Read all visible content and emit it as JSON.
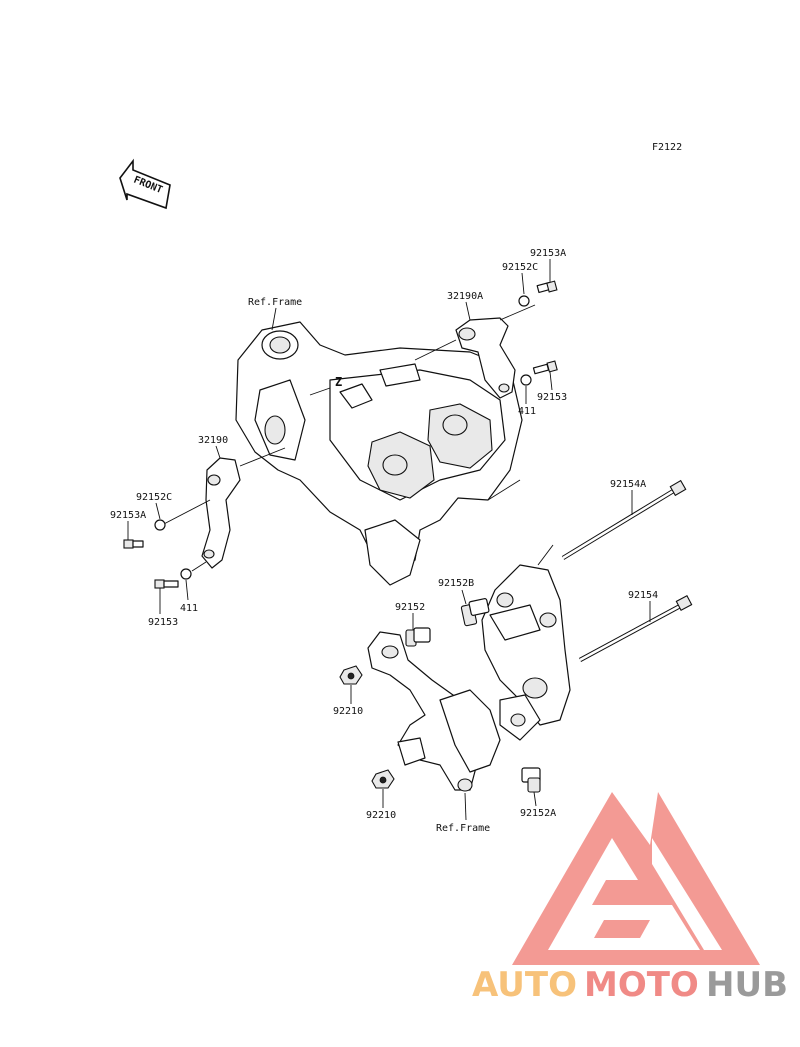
{
  "figure_code": "F2122",
  "front_arrow_label": "FRONT",
  "watermark": {
    "part1": "AUTO",
    "part2": "MOTO",
    "part3": "HUB",
    "color_auto": "#f7c27a",
    "color_moto": "#f08a86",
    "color_hub": "#9a9a9a",
    "logo_color": "#f28d86"
  },
  "labels": {
    "ref_frame_top": "Ref.Frame",
    "ref_frame_bottom": "Ref.Frame",
    "p32190A": "32190A",
    "p92153A_top": "92153A",
    "p92152C_top": "92152C",
    "p411_right": "411",
    "p92153_right": "92153",
    "p32190": "32190",
    "p92152C_left": "92152C",
    "p92153A_left": "92153A",
    "p411_left": "411",
    "p92153_left": "92153",
    "p92154A": "92154A",
    "p92154": "92154",
    "p92152B": "92152B",
    "p92152": "92152",
    "p92210_upper": "92210",
    "p92210_lower": "92210",
    "p92152A": "92152A"
  }
}
